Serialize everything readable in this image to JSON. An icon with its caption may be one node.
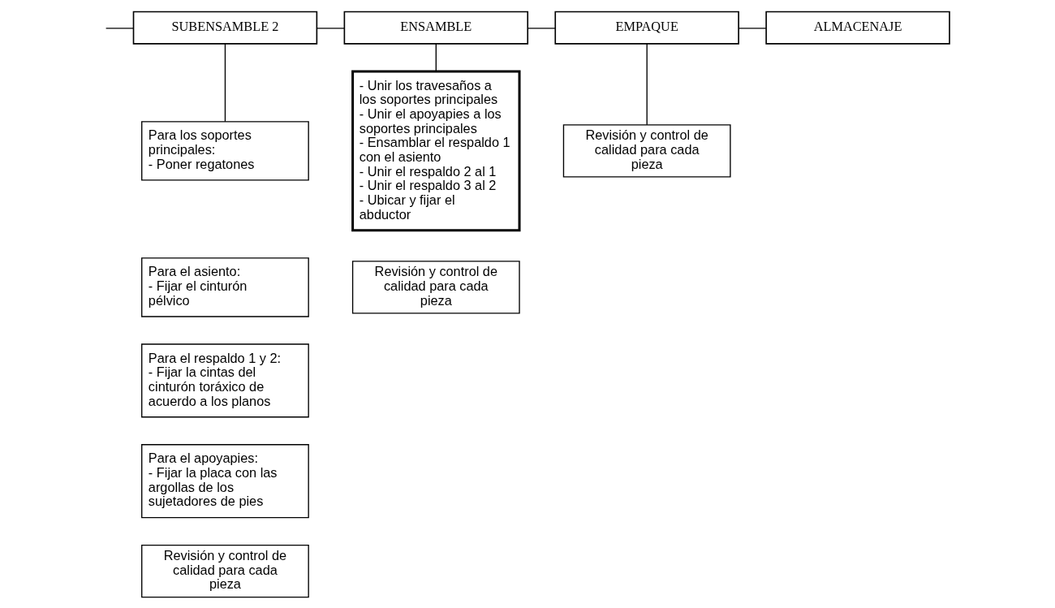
{
  "diagram": {
    "nodes": [
      {
        "text": [
          "SUBENSAMBLE 2"
        ]
      },
      {
        "text": [
          "ENSAMBLE"
        ]
      },
      {
        "text": [
          "EMPAQUE"
        ]
      },
      {
        "text": [
          "ALMACENAJE"
        ]
      },
      {
        "text": [
          "Para los soportes principales:",
          "- Poner regatones"
        ]
      },
      {
        "text": [
          "Para el asiento:",
          "- Fijar el cinturón pélvico"
        ]
      },
      {
        "text": [
          "Para el respaldo 1 y 2:",
          "- Fijar la cintas del cinturón toráxico de acuerdo a los planos"
        ]
      },
      {
        "text": [
          "Para el apoyapies:",
          "- Fijar la placa con las argollas de los sujetadores de pies"
        ]
      },
      {
        "text": [
          "Revisión y control de calidad para cada pieza"
        ]
      },
      {
        "text": [
          "- Unir los travesaños a los soportes principales",
          "- Unir el apoyapies a los soportes principales",
          "- Ensamblar el respaldo 1 con el asiento",
          "- Unir el respaldo 2 al 1",
          "- Unir el respaldo 3 al 2",
          "- Ubicar y fijar el abductor"
        ]
      },
      {
        "text": [
          "Revisión y control de calidad para cada pieza"
        ]
      },
      {
        "text": [
          "Revisión y control de calidad para cada pieza"
        ]
      }
    ],
    "edges": [
      {
        "from": null,
        "to": 0,
        "arrow": "none"
      },
      {
        "from": 0,
        "to": 1,
        "arrow": "none"
      },
      {
        "from": 1,
        "to": 2,
        "arrow": "none"
      },
      {
        "from": 2,
        "to": 3,
        "arrow": "none"
      },
      {
        "from": 0,
        "to": 4,
        "arrow": "none"
      },
      {
        "from": 1,
        "to": 9,
        "arrow": "none"
      },
      {
        "from": 2,
        "to": 11,
        "arrow": "none"
      }
    ]
  }
}
